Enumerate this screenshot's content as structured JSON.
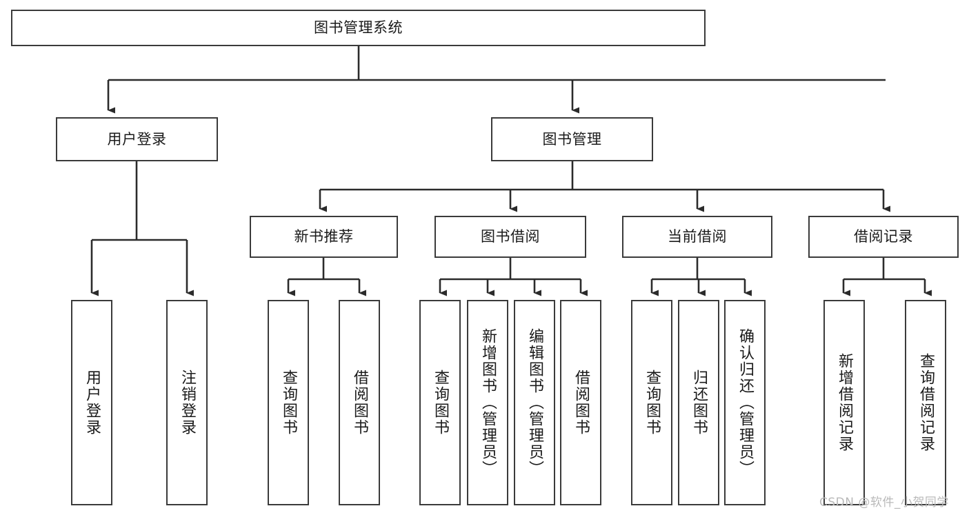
{
  "diagram": {
    "type": "tree",
    "title": "图书管理系统",
    "watermark": "CSDN @软件_小贺同学",
    "colors": {
      "box_border": "#3a3a3a",
      "box_fill": "#ffffff",
      "connector": "#2b2b2b",
      "text": "#1a1a1a",
      "watermark": "#b9b9b9",
      "background": "#ffffff"
    },
    "nodes": {
      "root": {
        "label": "图书管理系统"
      },
      "level2": [
        {
          "label": "用户登录"
        },
        {
          "label": "图书管理"
        }
      ],
      "level3": [
        {
          "label": "新书推荐"
        },
        {
          "label": "图书借阅"
        },
        {
          "label": "当前借阅"
        },
        {
          "label": "借阅记录"
        }
      ],
      "leaves_user_login": [
        {
          "label": "用户登录"
        },
        {
          "label": "注销登录"
        }
      ],
      "leaves_new_book": [
        {
          "label": "查询图书"
        },
        {
          "label": "借阅图书"
        }
      ],
      "leaves_borrow": [
        {
          "label": "查询图书"
        },
        {
          "label": "新增图书（管理员）"
        },
        {
          "label": "编辑图书（管理员）"
        },
        {
          "label": "借阅图书"
        }
      ],
      "leaves_current": [
        {
          "label": "查询图书"
        },
        {
          "label": "归还图书"
        },
        {
          "label": "确认归还（管理员）"
        }
      ],
      "leaves_records": [
        {
          "label": "新增借阅记录"
        },
        {
          "label": "查询借阅记录"
        }
      ]
    }
  }
}
